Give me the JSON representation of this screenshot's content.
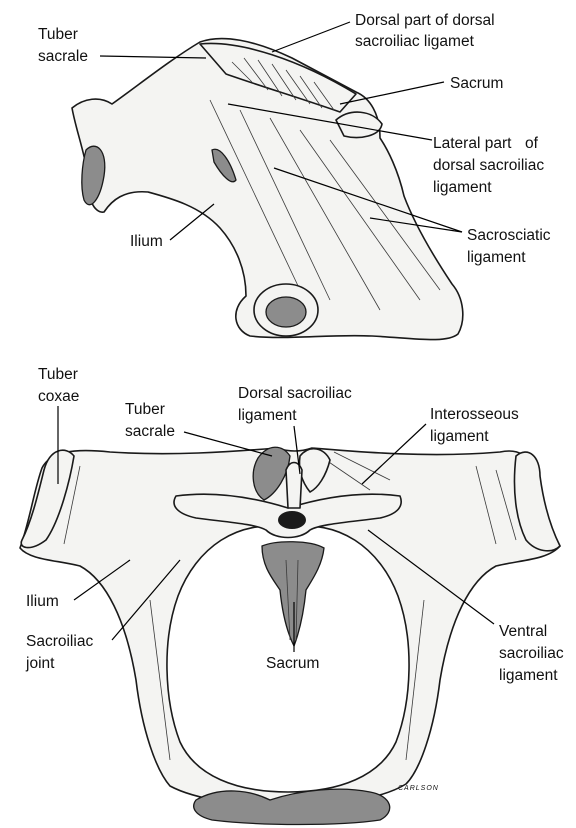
{
  "top_view": {
    "labels": {
      "tuber_sacrale": [
        "Tuber",
        "sacrale"
      ],
      "dorsal_part": [
        "Dorsal part of dorsal",
        "sacroiliac ligamet"
      ],
      "sacrum": [
        "Sacrum"
      ],
      "lateral_part": [
        "Lateral part",
        "of",
        "dorsal sacroiliac",
        "ligament"
      ],
      "ilium": [
        "Ilium"
      ],
      "sacrosciatic": [
        "Sacrosciatic",
        "ligament"
      ]
    }
  },
  "bottom_view": {
    "labels": {
      "tuber_coxae": [
        "Tuber",
        "coxae"
      ],
      "tuber_sacrale": [
        "Tuber",
        "sacrale"
      ],
      "dorsal_sacroiliac": [
        "Dorsal sacroiliac",
        "ligament"
      ],
      "interosseous": [
        "Interosseous",
        "ligament"
      ],
      "ilium": [
        "Ilium"
      ],
      "sacroiliac_joint": [
        "Sacroiliac",
        "joint"
      ],
      "sacrum": [
        "Sacrum"
      ],
      "ventral_sacroiliac": [
        "Ventral",
        "sacroiliac",
        "ligament"
      ]
    }
  },
  "signature": "CARLSON"
}
